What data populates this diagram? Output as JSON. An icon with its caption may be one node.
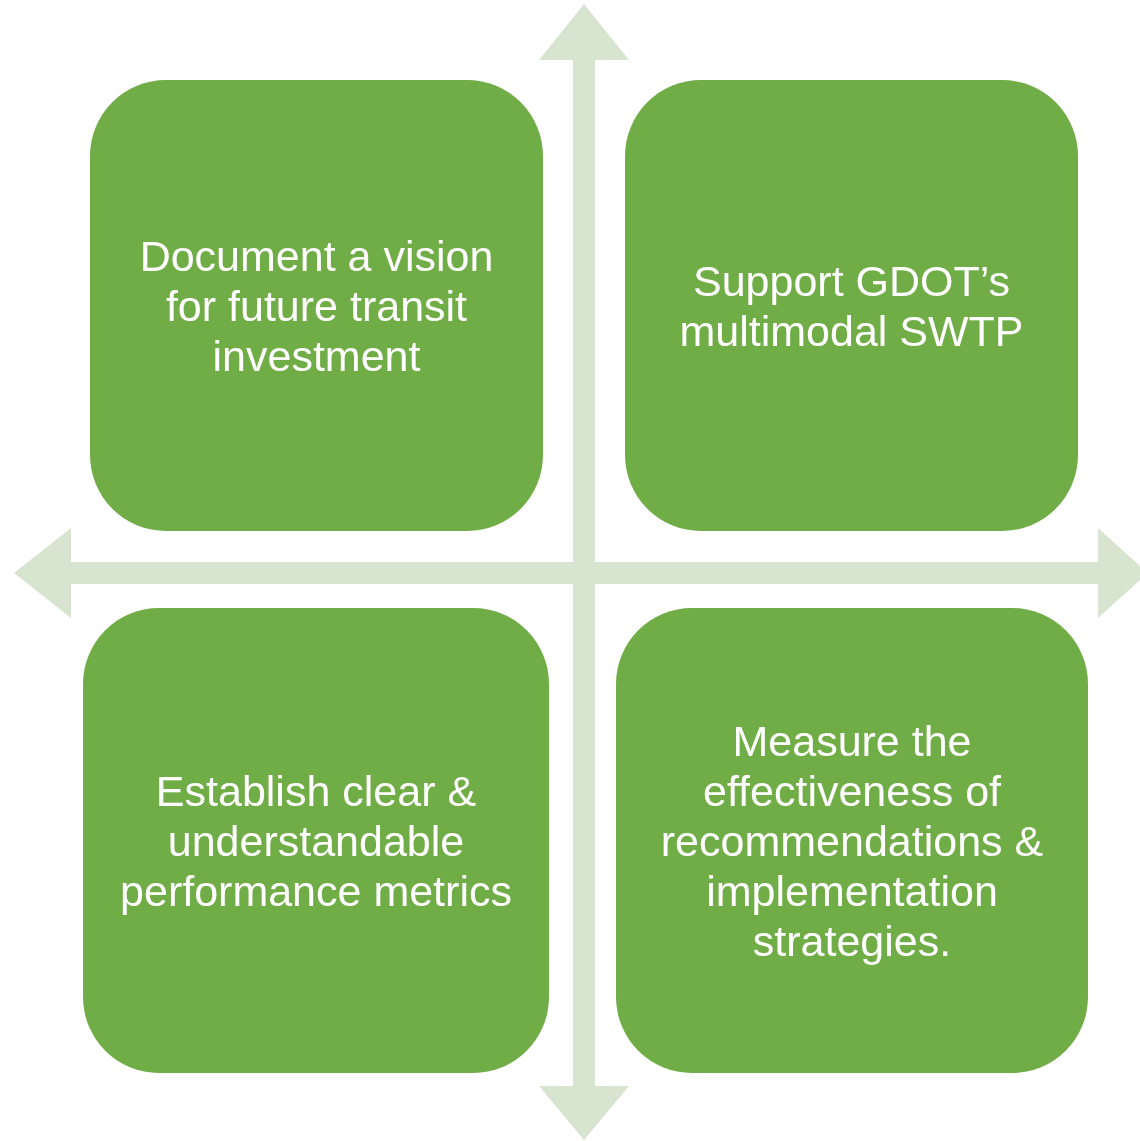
{
  "diagram": {
    "nodes": [
      {
        "text": [
          "Document a vision for future transit investment"
        ]
      },
      {
        "text": [
          "Support GDOT’s multimodal SWTP"
        ]
      },
      {
        "text": [
          "Establish clear & understandable performance metrics"
        ]
      },
      {
        "text": [
          "Measure the effectiveness of recommendations & implementation strategies."
        ]
      }
    ]
  }
}
